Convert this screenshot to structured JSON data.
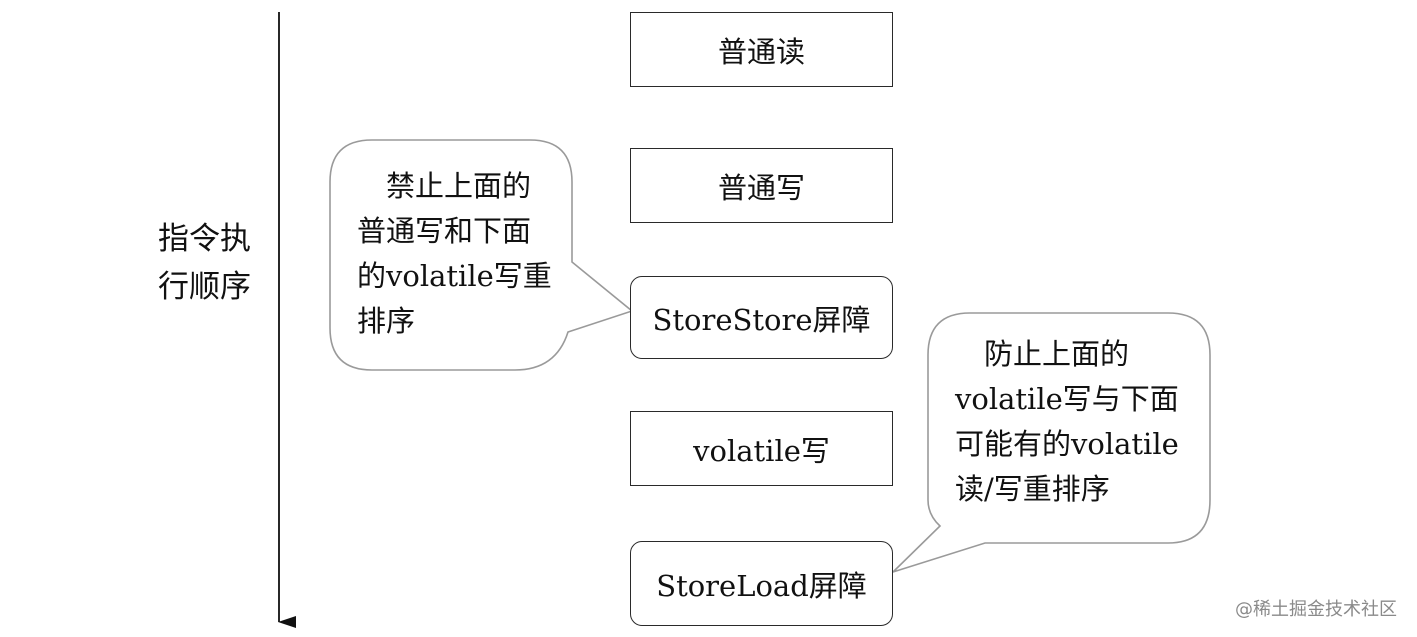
{
  "axis": {
    "label": "指令执\n行顺序"
  },
  "boxes": [
    {
      "id": "normal-read",
      "label": "普通读"
    },
    {
      "id": "normal-write",
      "label": "普通写"
    },
    {
      "id": "storestore-barrier",
      "label": "StoreStore屏障"
    },
    {
      "id": "volatile-write",
      "label": "volatile写"
    },
    {
      "id": "storeload-barrier",
      "label": "StoreLoad屏障"
    }
  ],
  "callouts": {
    "left": {
      "text": "　禁止上面的\n普通写和下面\n的volatile写重\n排序"
    },
    "right": {
      "text": "　防止上面的\nvolatile写与下面\n可能有的volatile\n读/写重排序"
    }
  },
  "watermark": "@稀土掘金技术社区"
}
